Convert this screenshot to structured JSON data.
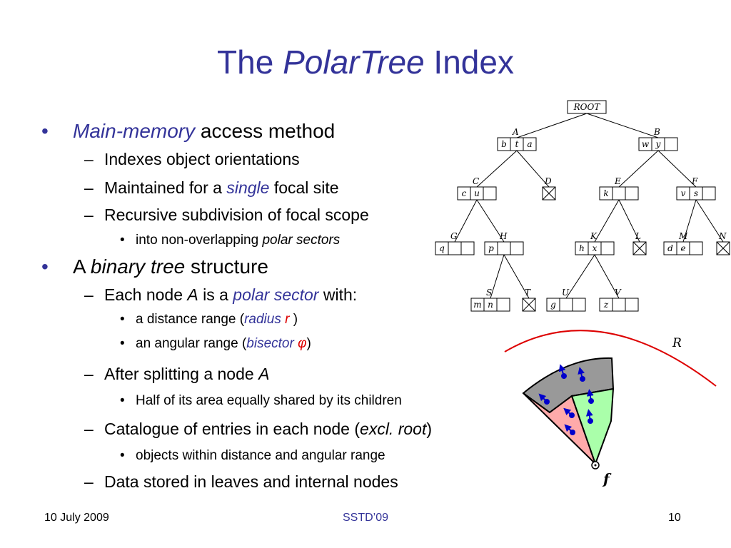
{
  "title": {
    "prefix": "The ",
    "emph": "PolarTree",
    "suffix": " Index"
  },
  "bullets": {
    "b1": {
      "emph": "Main-memory",
      "rest": " access method"
    },
    "b1_1": "Indexes object orientations",
    "b1_2": {
      "pre": "Maintained for a ",
      "emph": "single",
      "post": " focal site"
    },
    "b1_3": "Recursive subdivision of focal scope",
    "b1_3_1": {
      "pre": "into non-overlapping ",
      "emph": "polar sectors"
    },
    "b2": {
      "pre": "A ",
      "emph": "binary tree",
      "post": " structure"
    },
    "b2_1": {
      "pre": "Each node ",
      "node": "A",
      "mid": " is a ",
      "emph": "polar sector",
      "post": " with:"
    },
    "b2_1_1": {
      "pre": "a distance range (",
      "emph": "radius",
      "var": "r",
      "post": " )"
    },
    "b2_1_2": {
      "pre": "an angular range (",
      "emph": "bisector",
      "var": "φ",
      "post": ")"
    },
    "b2_2": {
      "pre": "After splitting a node ",
      "node": "A"
    },
    "b2_2_1": "Half of its area equally shared by its children",
    "b2_3": {
      "pre": "Catalogue of entries in each node (",
      "emph": "excl. root",
      "post": ")"
    },
    "b2_3_1": "objects within distance and angular range",
    "b2_4": "Data stored in leaves and internal nodes"
  },
  "tree": {
    "root": "ROOT",
    "nodes": {
      "A": {
        "label": "A",
        "cells": [
          "b",
          "t",
          "a"
        ]
      },
      "B": {
        "label": "B",
        "cells": [
          "w",
          "y",
          ""
        ]
      },
      "C": {
        "label": "C",
        "cells": [
          "c",
          "u",
          ""
        ]
      },
      "D": {
        "label": "D"
      },
      "E": {
        "label": "E",
        "cells": [
          "k",
          "",
          ""
        ]
      },
      "F": {
        "label": "F",
        "cells": [
          "v",
          "s",
          ""
        ]
      },
      "G": {
        "label": "G",
        "cells": [
          "q",
          "",
          ""
        ]
      },
      "H": {
        "label": "H",
        "cells": [
          "p",
          "",
          ""
        ]
      },
      "K": {
        "label": "K",
        "cells": [
          "h",
          "x",
          ""
        ]
      },
      "L": {
        "label": "L"
      },
      "M": {
        "label": "M",
        "cells": [
          "d",
          "e",
          ""
        ]
      },
      "N": {
        "label": "N"
      },
      "S": {
        "label": "S",
        "cells": [
          "m",
          "n",
          ""
        ]
      },
      "T": {
        "label": "T"
      },
      "U": {
        "label": "U",
        "cells": [
          "g",
          "",
          ""
        ]
      },
      "V": {
        "label": "V",
        "cells": [
          "z",
          "",
          ""
        ]
      }
    }
  },
  "diagram": {
    "radius_label": "R",
    "focal_label": "f",
    "colors": {
      "sector_top": "#999999",
      "sector_left": "#ffaaaa",
      "sector_right": "#aaffaa",
      "arc": "#dd0000",
      "object": "#0000cc"
    }
  },
  "footer": {
    "date": "10 July 2009",
    "conference": "SSTD’09",
    "page": "10"
  }
}
